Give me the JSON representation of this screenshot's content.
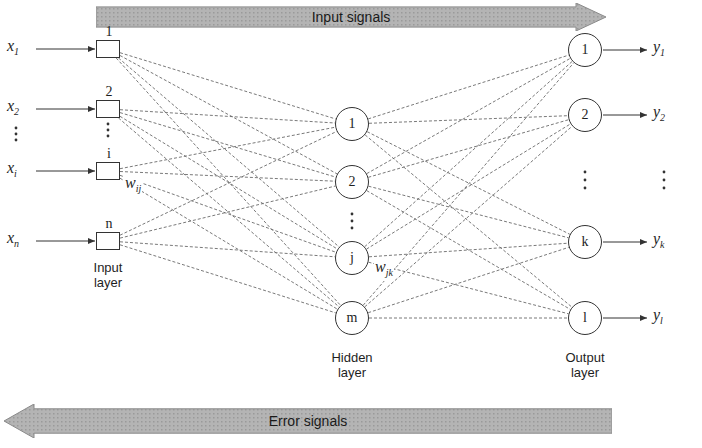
{
  "diagram": {
    "nodes": [
      {
        "text": [
          "Input signals"
        ]
      },
      {
        "text": [
          "1"
        ]
      },
      {
        "text": [
          "2"
        ]
      },
      {
        "text": [
          "i"
        ]
      },
      {
        "text": [
          "n"
        ]
      },
      {
        "text": [
          "1"
        ]
      },
      {
        "text": [
          "2"
        ]
      },
      {
        "text": [
          "j"
        ]
      },
      {
        "text": [
          "m"
        ]
      },
      {
        "text": [
          "1"
        ]
      },
      {
        "text": [
          "2"
        ]
      },
      {
        "text": [
          "k"
        ]
      },
      {
        "text": [
          "l"
        ]
      },
      {
        "text": [
          "Error signals"
        ]
      }
    ],
    "edges": [
      {
        "from": 1,
        "to": 5,
        "arrow": "none"
      },
      {
        "from": 1,
        "to": 6,
        "arrow": "none"
      },
      {
        "from": 1,
        "to": 7,
        "arrow": "none"
      },
      {
        "from": 1,
        "to": 8,
        "arrow": "none"
      },
      {
        "from": 2,
        "to": 5,
        "arrow": "none"
      },
      {
        "from": 2,
        "to": 6,
        "arrow": "none"
      },
      {
        "from": 2,
        "to": 7,
        "arrow": "none"
      },
      {
        "from": 2,
        "to": 8,
        "arrow": "none"
      },
      {
        "from": 3,
        "to": 5,
        "arrow": "none"
      },
      {
        "from": 3,
        "to": 6,
        "arrow": "none"
      },
      {
        "from": 3,
        "to": 7,
        "arrow": "none"
      },
      {
        "from": 3,
        "to": 8,
        "arrow": "none"
      },
      {
        "from": 4,
        "to": 5,
        "arrow": "none"
      },
      {
        "from": 4,
        "to": 6,
        "arrow": "none"
      },
      {
        "from": 4,
        "to": 7,
        "arrow": "none"
      },
      {
        "from": 4,
        "to": 8,
        "arrow": "none"
      },
      {
        "from": 5,
        "to": 9,
        "arrow": "none"
      },
      {
        "from": 5,
        "to": 10,
        "arrow": "none"
      },
      {
        "from": 5,
        "to": 11,
        "arrow": "none"
      },
      {
        "from": 5,
        "to": 12,
        "arrow": "none"
      },
      {
        "from": 6,
        "to": 9,
        "arrow": "none"
      },
      {
        "from": 6,
        "to": 10,
        "arrow": "none"
      },
      {
        "from": 6,
        "to": 11,
        "arrow": "none"
      },
      {
        "from": 6,
        "to": 12,
        "arrow": "none"
      },
      {
        "from": 7,
        "to": 9,
        "arrow": "none"
      },
      {
        "from": 7,
        "to": 10,
        "arrow": "none"
      },
      {
        "from": 7,
        "to": 11,
        "arrow": "none"
      },
      {
        "from": 7,
        "to": 12,
        "arrow": "none"
      },
      {
        "from": 8,
        "to": 9,
        "arrow": "none"
      },
      {
        "from": 8,
        "to": 10,
        "arrow": "none"
      },
      {
        "from": 8,
        "to": 11,
        "arrow": "none"
      },
      {
        "from": 8,
        "to": 12,
        "arrow": "none"
      }
    ],
    "labels": [
      "x1",
      "x2",
      "xi",
      "xn",
      "wij",
      "wjk",
      "Input layer",
      "Hidden layer",
      "Output layer",
      "y1",
      "y2",
      "yk",
      "yl"
    ]
  }
}
